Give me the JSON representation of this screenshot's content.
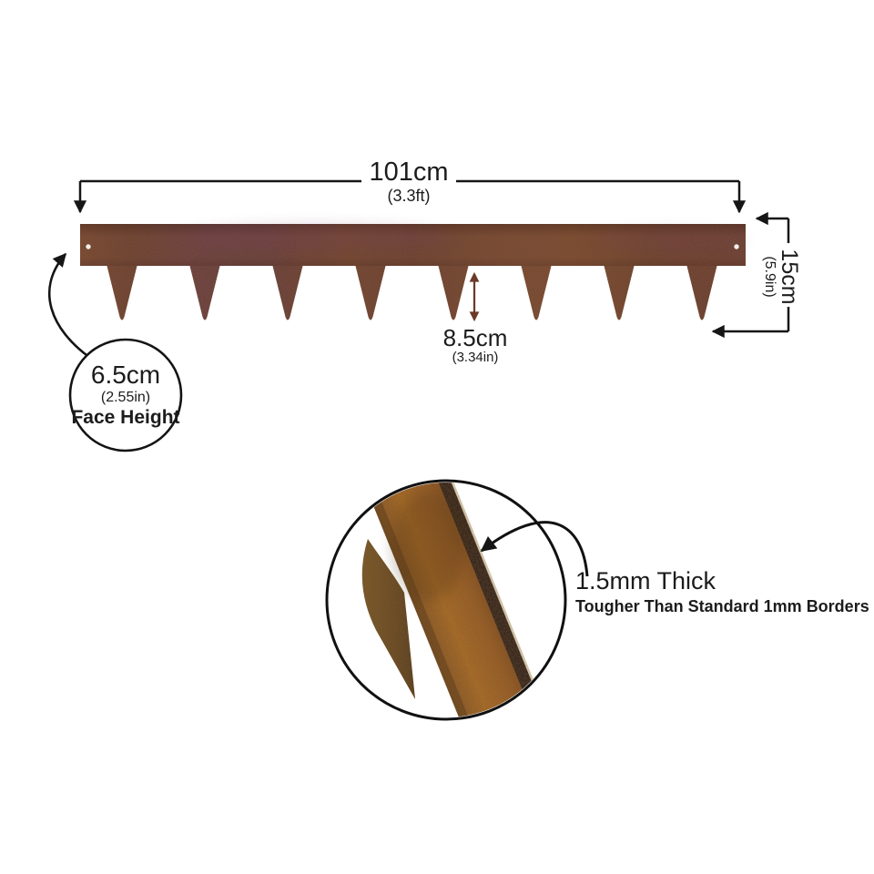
{
  "diagram": {
    "product": "steel lawn edging strip",
    "spike_count": 8,
    "length": {
      "value": "101cm",
      "alt": "(3.3ft)"
    },
    "height": {
      "value": "15cm",
      "alt": "(5.9in)"
    },
    "spike_depth": {
      "value": "8.5cm",
      "alt": "(3.34in)"
    },
    "face_height": {
      "value": "6.5cm",
      "alt": "(2.55in)",
      "caption": "Face Height"
    },
    "thickness": {
      "title": "1.5mm Thick",
      "subtitle": "Tougher Than Standard 1mm Borders"
    },
    "colors": {
      "background": "#ffffff",
      "line": "#161616",
      "rust_base": "#74452f",
      "rust_purple": "#6d4145",
      "spike_arrow": "#6b3a28",
      "photo_rust": "#a8691f",
      "photo_edge_dark": "#241b12"
    }
  }
}
